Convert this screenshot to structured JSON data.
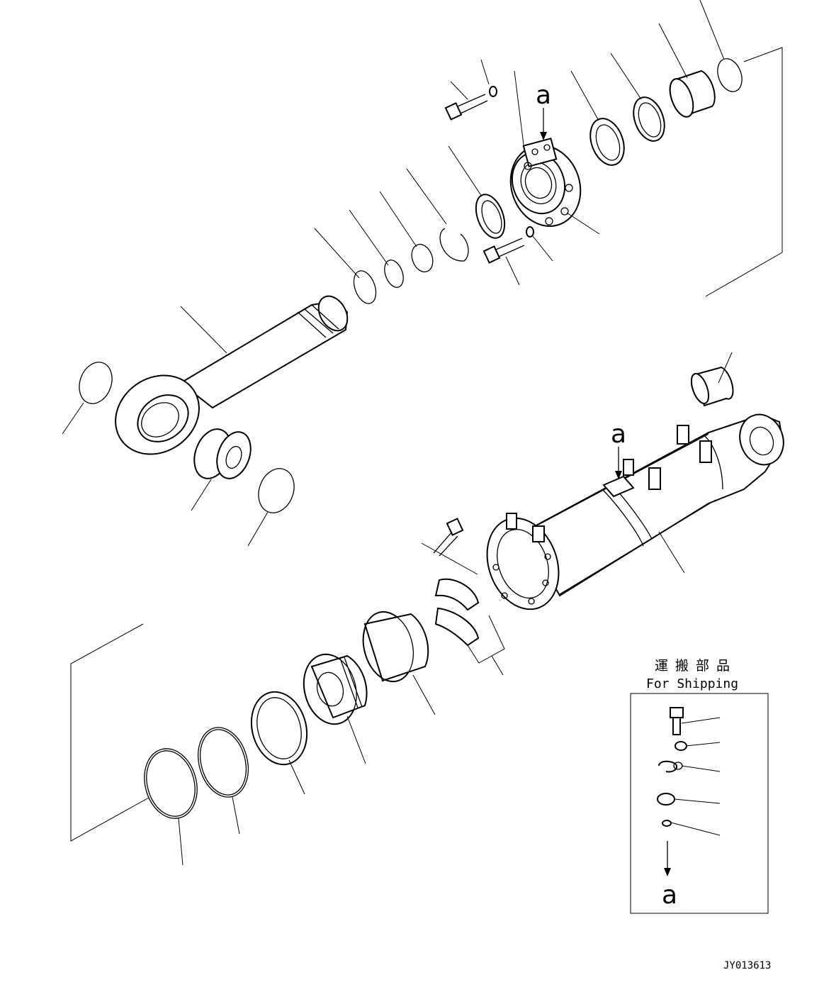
{
  "diagram": {
    "label_a": "a",
    "shipping_title_jp": "運搬部品",
    "shipping_title_en": "For Shipping",
    "drawing_code": "JY013613"
  }
}
